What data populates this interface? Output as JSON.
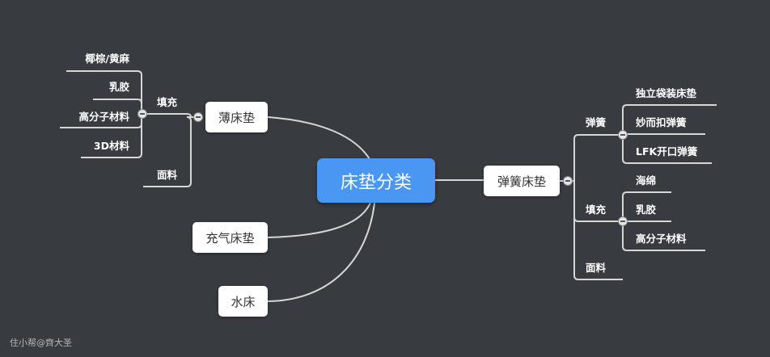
{
  "root": "床垫分类",
  "left": {
    "thin": {
      "label": "薄床垫",
      "fill": {
        "label": "填充",
        "items": [
          "椰棕/黄麻",
          "乳胶",
          "高分子材料",
          "3D材料"
        ]
      },
      "fabric": "面料"
    },
    "air": "充气床垫",
    "water": "水床"
  },
  "right": {
    "spring_mattress": {
      "label": "弹簧床垫",
      "spring": {
        "label": "弹簧",
        "items": [
          "独立袋装床垫",
          "妙而扣弹簧",
          "LFK开口弹簧"
        ]
      },
      "fill": {
        "label": "填充",
        "items": [
          "海绵",
          "乳胶",
          "高分子材料"
        ]
      },
      "fabric": "面料"
    }
  },
  "watermark": "住小帮@齊大圣",
  "colors": {
    "background": "#383b40",
    "root": "#4a96f3",
    "line": "#d6d6d6"
  }
}
